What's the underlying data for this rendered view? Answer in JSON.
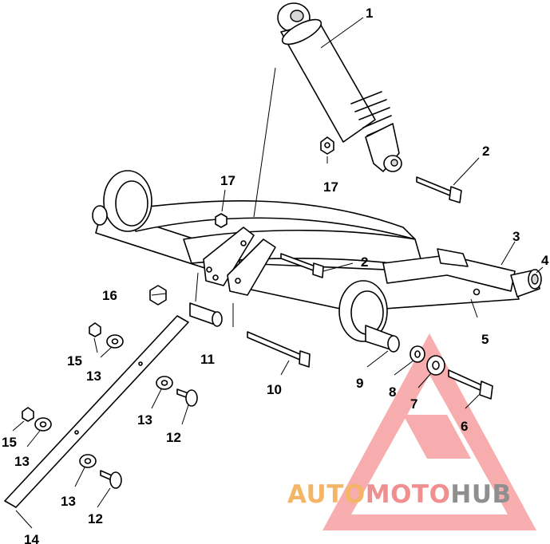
{
  "callouts": [
    {
      "id": "1",
      "label": "1"
    },
    {
      "id": "2a",
      "label": "2"
    },
    {
      "id": "2b",
      "label": "2"
    },
    {
      "id": "3",
      "label": "3"
    },
    {
      "id": "4",
      "label": "4"
    },
    {
      "id": "5",
      "label": "5"
    },
    {
      "id": "6",
      "label": "6"
    },
    {
      "id": "7",
      "label": "7"
    },
    {
      "id": "8",
      "label": "8"
    },
    {
      "id": "9",
      "label": "9"
    },
    {
      "id": "10",
      "label": "10"
    },
    {
      "id": "11",
      "label": "11"
    },
    {
      "id": "12a",
      "label": "12"
    },
    {
      "id": "12b",
      "label": "12"
    },
    {
      "id": "13a",
      "label": "13"
    },
    {
      "id": "13b",
      "label": "13"
    },
    {
      "id": "13c",
      "label": "13"
    },
    {
      "id": "13d",
      "label": "13"
    },
    {
      "id": "14",
      "label": "14"
    },
    {
      "id": "15a",
      "label": "15"
    },
    {
      "id": "15b",
      "label": "15"
    },
    {
      "id": "16",
      "label": "16"
    },
    {
      "id": "17a",
      "label": "17"
    },
    {
      "id": "17b",
      "label": "17"
    }
  ],
  "watermark": {
    "part1": "AUTO",
    "part2": "MOTO",
    "part3": "HUB",
    "color1": "#f5b567",
    "color2": "#f08f8f",
    "color3": "#8f8f8f",
    "triangle_color": "#f26b6b"
  }
}
